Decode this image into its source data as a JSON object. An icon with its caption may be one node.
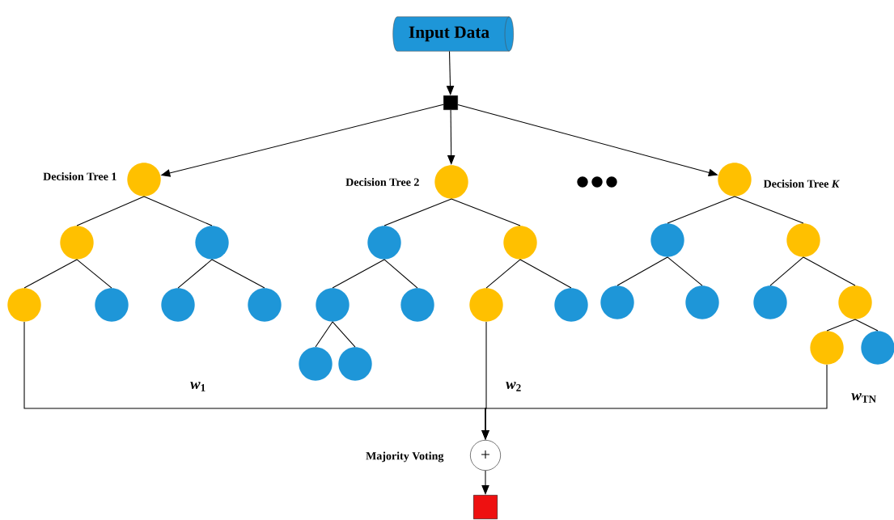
{
  "diagram": {
    "nodes": [
      {
        "text": [
          "Input Data"
        ]
      },
      {
        "text": [],
        "shape": "box"
      },
      {
        "text": [],
        "shape": "circle",
        "beside": [
          "Decision Tree 1"
        ]
      },
      {
        "text": [],
        "shape": "circle"
      },
      {
        "text": [],
        "shape": "circle"
      },
      {
        "text": [],
        "shape": "circle"
      },
      {
        "text": [],
        "shape": "circle"
      },
      {
        "text": [],
        "shape": "circle"
      },
      {
        "text": [],
        "shape": "circle"
      },
      {
        "text": [],
        "shape": "circle",
        "beside": [
          "Decision Tree 2"
        ]
      },
      {
        "text": [],
        "shape": "circle"
      },
      {
        "text": [],
        "shape": "circle"
      },
      {
        "text": [],
        "shape": "circle"
      },
      {
        "text": [],
        "shape": "circle"
      },
      {
        "text": [],
        "shape": "circle"
      },
      {
        "text": [],
        "shape": "circle"
      },
      {
        "text": [],
        "shape": "circle"
      },
      {
        "text": [],
        "shape": "circle"
      },
      {
        "text": [],
        "shape": "circle",
        "beside": [
          "Decision Tree *K*"
        ]
      },
      {
        "text": [],
        "shape": "circle"
      },
      {
        "text": [],
        "shape": "circle"
      },
      {
        "text": [],
        "shape": "circle"
      },
      {
        "text": [],
        "shape": "circle"
      },
      {
        "text": [],
        "shape": "circle"
      },
      {
        "text": [],
        "shape": "circle"
      },
      {
        "text": [],
        "shape": "circle"
      },
      {
        "text": [],
        "shape": "circle"
      },
      {
        "text": [
          "+"
        ],
        "beside": [
          "Majority Voting"
        ]
      },
      {
        "text": [],
        "shape": "box"
      }
    ],
    "edges": [
      {
        "from": 0,
        "to": 1,
        "arrow": "to"
      },
      {
        "from": 1,
        "to": 2,
        "arrow": "to"
      },
      {
        "from": 1,
        "to": 9,
        "arrow": "to"
      },
      {
        "from": 1,
        "to": 18,
        "arrow": "to"
      },
      {
        "from": 2,
        "to": 3,
        "arrow": "none"
      },
      {
        "from": 2,
        "to": 4,
        "arrow": "none"
      },
      {
        "from": 3,
        "to": 5,
        "arrow": "none"
      },
      {
        "from": 3,
        "to": 6,
        "arrow": "none"
      },
      {
        "from": 4,
        "to": 7,
        "arrow": "none"
      },
      {
        "from": 4,
        "to": 8,
        "arrow": "none"
      },
      {
        "from": 9,
        "to": 10,
        "arrow": "none"
      },
      {
        "from": 9,
        "to": 11,
        "arrow": "none"
      },
      {
        "from": 10,
        "to": 12,
        "arrow": "none"
      },
      {
        "from": 10,
        "to": 13,
        "arrow": "none"
      },
      {
        "from": 12,
        "to": 16,
        "arrow": "none"
      },
      {
        "from": 12,
        "to": 17,
        "arrow": "none"
      },
      {
        "from": 11,
        "to": 14,
        "arrow": "none"
      },
      {
        "from": 11,
        "to": 15,
        "arrow": "none"
      },
      {
        "from": 18,
        "to": 19,
        "arrow": "none"
      },
      {
        "from": 18,
        "to": 20,
        "arrow": "none"
      },
      {
        "from": 19,
        "to": 21,
        "arrow": "none"
      },
      {
        "from": 19,
        "to": 22,
        "arrow": "none"
      },
      {
        "from": 20,
        "to": 23,
        "arrow": "none"
      },
      {
        "from": 20,
        "to": 24,
        "arrow": "none"
      },
      {
        "from": 24,
        "to": 25,
        "arrow": "none"
      },
      {
        "from": 24,
        "to": 26,
        "arrow": "none"
      },
      {
        "from": 5,
        "to": 27,
        "arrow": "to",
        "label": "*w*$_{1}$"
      },
      {
        "from": 14,
        "to": 27,
        "arrow": "to",
        "label": "*w*$_{2}$"
      },
      {
        "from": 25,
        "to": 27,
        "arrow": "to",
        "label": "*w*$_{TN}$"
      },
      {
        "from": 27,
        "to": 28,
        "arrow": "to"
      }
    ]
  }
}
